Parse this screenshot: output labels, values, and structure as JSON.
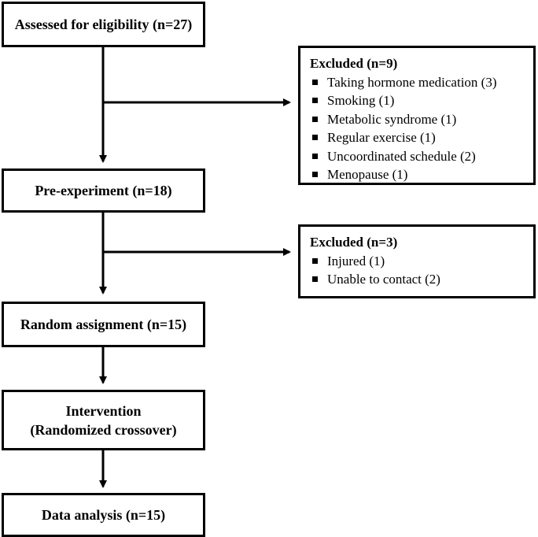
{
  "flow": {
    "eligibility": "Assessed for eligibility (n=27)",
    "pre_experiment": "Pre-experiment (n=18)",
    "random_assignment": "Random assignment (n=15)",
    "intervention_line1": "Intervention",
    "intervention_line2": "(Randomized crossover)",
    "data_analysis": "Data analysis (n=15)"
  },
  "excluded_1": {
    "title": "Excluded (n=9)",
    "items": [
      "Taking hormone medication (3)",
      "Smoking (1)",
      "Metabolic syndrome (1)",
      "Regular exercise (1)",
      "Uncoordinated schedule (2)",
      "Menopause (1)"
    ]
  },
  "excluded_2": {
    "title": "Excluded (n=3)",
    "items": [
      "Injured (1)",
      "Unable to contact (2)"
    ]
  }
}
